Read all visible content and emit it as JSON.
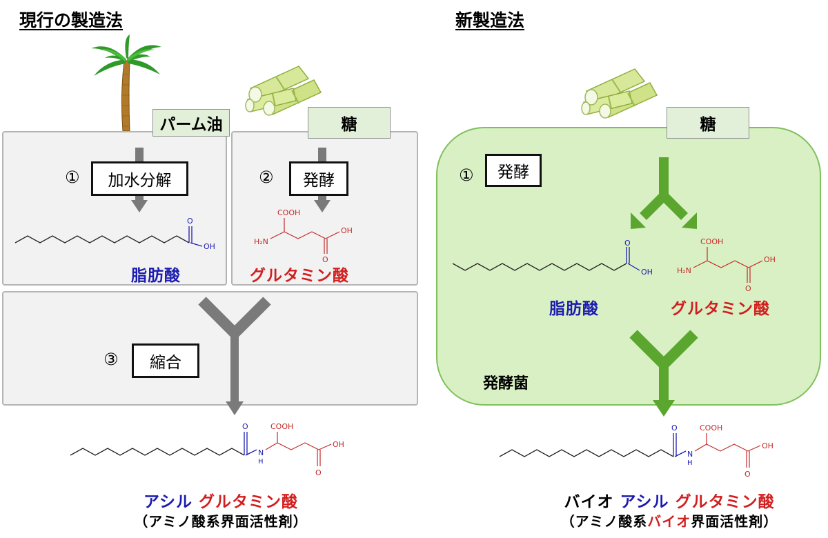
{
  "left": {
    "title": "現行の製造法",
    "palm_label": "パーム油",
    "sugar_label": "糖",
    "step1": {
      "num": "①",
      "label": "加水分解"
    },
    "step2": {
      "num": "②",
      "label": "発酵"
    },
    "step3": {
      "num": "③",
      "label": "縮合"
    },
    "fatty_acid": "脂肪酸",
    "glutamic_acid": "グルタミン酸",
    "product_part1": "アシル",
    "product_part2": "グルタミン酸",
    "product_sub": "（アミノ酸系界面活性剤）"
  },
  "right": {
    "title": "新製造法",
    "sugar_label": "糖",
    "step1": {
      "num": "①",
      "label": "発酵"
    },
    "microbe_label": "発酵菌",
    "fatty_acid": "脂肪酸",
    "glutamic_acid": "グルタミン酸",
    "product_part0": "バイオ",
    "product_part1": "アシル",
    "product_part2": "グルタミン酸",
    "product_sub_a": "（アミノ酸系",
    "product_sub_b": "バイオ",
    "product_sub_c": "界面活性剤）"
  },
  "chem": {
    "cooh": "COOH",
    "oh": "OH",
    "o": "O",
    "h2n": "H₂N",
    "nh": "N",
    "h": "H"
  },
  "colors": {
    "fatty": "#1c1cb0",
    "glutamic": "#d21e1e",
    "green_panel": "#d9f0c4",
    "green_arrow": "#5aa62e",
    "gray_arrow": "#7a7a7a"
  }
}
